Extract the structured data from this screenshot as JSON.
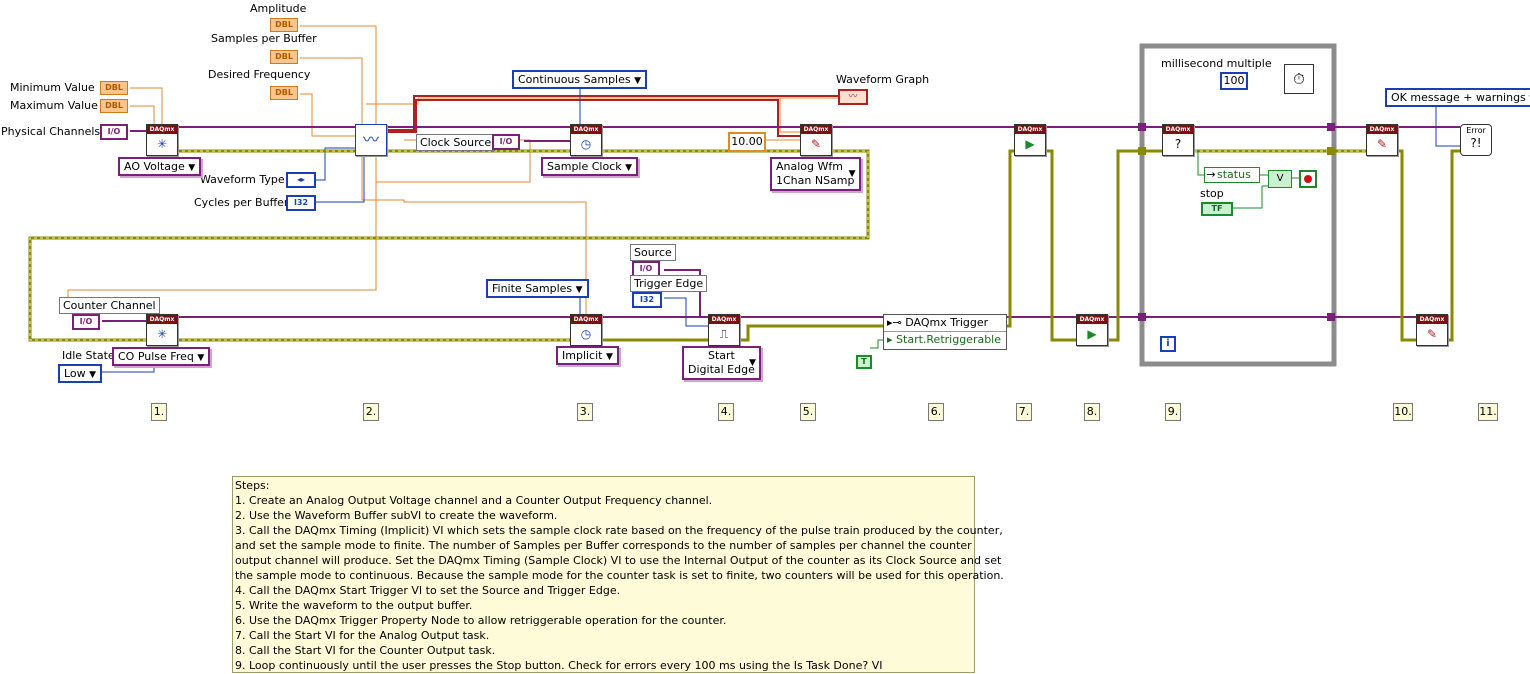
{
  "left_labels": {
    "amplitude": "Amplitude",
    "samples_per_buffer": "Samples per Buffer",
    "desired_frequency": "Desired Frequency",
    "minimum_value": "Minimum Value",
    "maximum_value": "Maximum Value",
    "physical_channels": "Physical Channels",
    "waveform_type": "Waveform Type",
    "cycles_per_buffer": "Cycles per Buffer",
    "counter_channel": "Counter Channel",
    "idle_state": "Idle State",
    "clock_source": "Clock Source",
    "source": "Source",
    "trigger_edge": "Trigger Edge",
    "waveform_graph": "Waveform Graph",
    "millisecond_multiple": "millisecond multiple",
    "stop": "stop",
    "status": "status"
  },
  "type_tags": {
    "dbl": "DBL",
    "io": "I/O",
    "i32": "I32",
    "tf": "TF",
    "enum": "◂▸",
    "t": "T",
    "daqmx": "DAQmx",
    "error": "Error"
  },
  "rings": {
    "ao_voltage": "AO Voltage",
    "continuous_samples": "Continuous Samples",
    "sample_clock": "Sample Clock",
    "analog_wfm_line1": "Analog Wfm",
    "analog_wfm_line2": "1Chan NSamp",
    "finite_samples": "Finite Samples",
    "implicit": "Implicit",
    "start_digital_edge_line1": "Start",
    "start_digital_edge_line2": "Digital Edge",
    "co_pulse_freq": "CO Pulse Freq",
    "low": "Low",
    "ok_message": "OK message + warnings"
  },
  "constants": {
    "timeout_value": "10.00",
    "ms_value": "100"
  },
  "property_node": {
    "title": "DAQmx Trigger",
    "property": "Start.Retriggerable"
  },
  "step_numbers": [
    "1.",
    "2.",
    "3.",
    "4.",
    "5.",
    "6.",
    "7.",
    "8.",
    "9.",
    "10.",
    "11."
  ],
  "steps": [
    "Steps:",
    "1. Create an Analog Output Voltage channel and a Counter Output Frequency channel.",
    "2. Use the Waveform Buffer subVI to create the waveform.",
    "3. Call the DAQmx Timing (Implicit) VI which sets the sample clock rate based on the frequency of the pulse train produced by the counter,",
    "and set the sample mode to finite.  The number of Samples per Buffer corresponds to the number of samples per channel the counter",
    "output channel will produce.  Set the DAQmx Timing (Sample Clock) VI to use the Internal Output of the counter as its Clock Source and set",
    "the sample mode to continuous.  Because the sample mode for the counter task is set to finite, two counters will be used for this operation.",
    "4. Call the DAQmx Start Trigger VI to set the Source and Trigger Edge.",
    "5. Write the waveform to the output buffer.",
    "6. Use the DAQmx Trigger Property Node to allow retriggerable operation for the counter.",
    "7. Call the Start VI for the Analog Output task.",
    "8. Call the Start VI for the Counter Output task.",
    "9. Loop continuously until the user presses the Stop button. Check for errors every 100 ms using the Is Task Done? VI"
  ],
  "colors": {
    "task_wire": "#7a1f7a",
    "error_wire": "#8a8a00",
    "dbl_wire": "#e08a2a",
    "i32_wire": "#1a3fb5",
    "bool_wire": "#1a8a2a",
    "loop_frame": "#8c8c8c",
    "comment_bg": "#fdfbd8"
  }
}
